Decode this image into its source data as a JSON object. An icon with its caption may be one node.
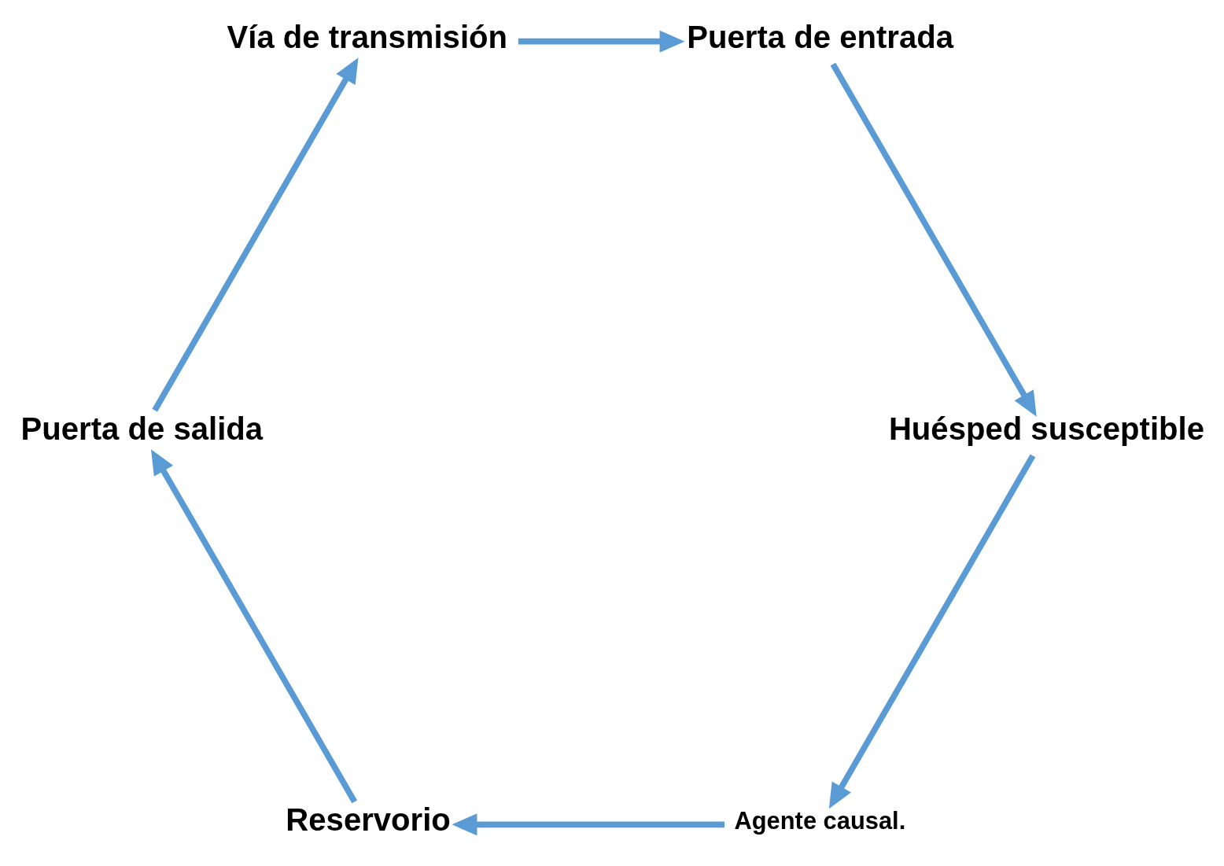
{
  "diagram": {
    "nodes": [
      {
        "text": [
          "Agente causal."
        ]
      },
      {
        "text": [
          "Reservorio"
        ]
      },
      {
        "text": [
          "Puerta de salida"
        ]
      },
      {
        "text": [
          "Vía de transmisión"
        ]
      },
      {
        "text": [
          "Puerta de entrada"
        ]
      },
      {
        "text": [
          "Huésped susceptible"
        ]
      }
    ],
    "edges": [
      {
        "from": 0,
        "to": 1,
        "arrow": "to"
      },
      {
        "from": 1,
        "to": 2,
        "arrow": "to"
      },
      {
        "from": 2,
        "to": 3,
        "arrow": "to"
      },
      {
        "from": 3,
        "to": 4,
        "arrow": "to"
      },
      {
        "from": 4,
        "to": 5,
        "arrow": "to"
      },
      {
        "from": 5,
        "to": 0,
        "arrow": "to"
      }
    ]
  }
}
